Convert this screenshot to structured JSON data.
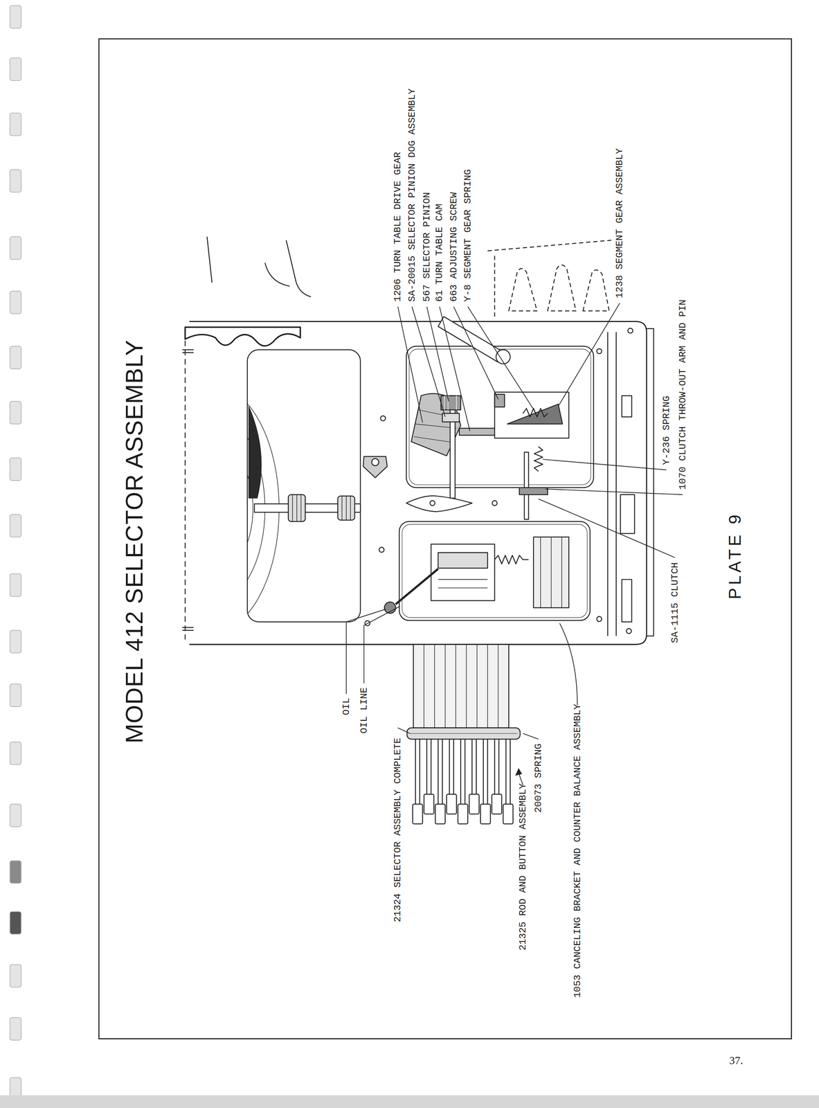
{
  "diagram": {
    "title": "MODEL 412 SELECTOR ASSEMBLY",
    "caption": "PLATE 9",
    "labels": [
      "1206 TURN TABLE DRIVE GEAR",
      "SA-20015 SELECTOR PINION DOG ASSEMBLY",
      "567 SELECTOR PINION",
      "61 TURN TABLE CAM",
      "663 ADJUSTING SCREW",
      "Y-8 SEGMENT GEAR SPRING",
      "1238 SEGMENT GEAR ASSEMBLY",
      "Y-236 SPRING",
      "1070 CLUTCH THROW-OUT ARM AND PIN",
      "SA-1115 CLUTCH",
      "OIL",
      "OIL LINE",
      "21324 SELECTOR ASSEMBLY COMPLETE",
      "21325 ROD AND BUTTON ASSEMBLY",
      "20073 SPRING",
      "1053 CANCELING BRACKET AND COUNTER BALANCE ASSEMBLY",
      "37."
    ]
  }
}
